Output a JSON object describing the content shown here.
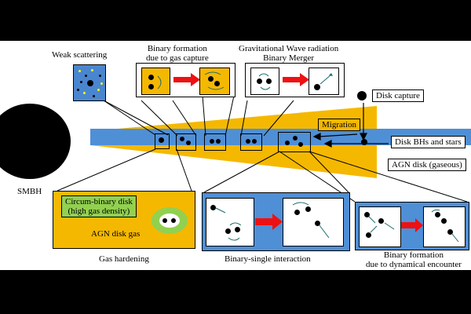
{
  "labels": {
    "weak_scattering": "Weak scattering",
    "binary_formation_gas": "Binary formation\ndue to gas capture",
    "gw_radiation": "Gravitational Wave radiation\nBinary Merger",
    "disk_capture": "Disk capture",
    "migration": "Migration",
    "disk_bhs_stars": "Disk BHs and stars",
    "agn_disk_gaseous": "AGN disk (gaseous)",
    "smbh": "SMBH",
    "circum_binary_disk": "Circum-binary disk\n(high gas density)",
    "agn_disk_gas": "AGN disk gas",
    "gas_hardening": "Gas hardening",
    "binary_single": "Binary-single interaction",
    "binary_formation_dyn": "Binary formation\ndue to dynamical encounter"
  },
  "colors": {
    "agn_disk": "#f5b800",
    "bh_band": "#4f8fd6",
    "red_arrow": "#ee1111",
    "green_disk": "#92d050",
    "scatter_bg": "#4a86cf",
    "black": "#000000",
    "frame": "#000000"
  }
}
